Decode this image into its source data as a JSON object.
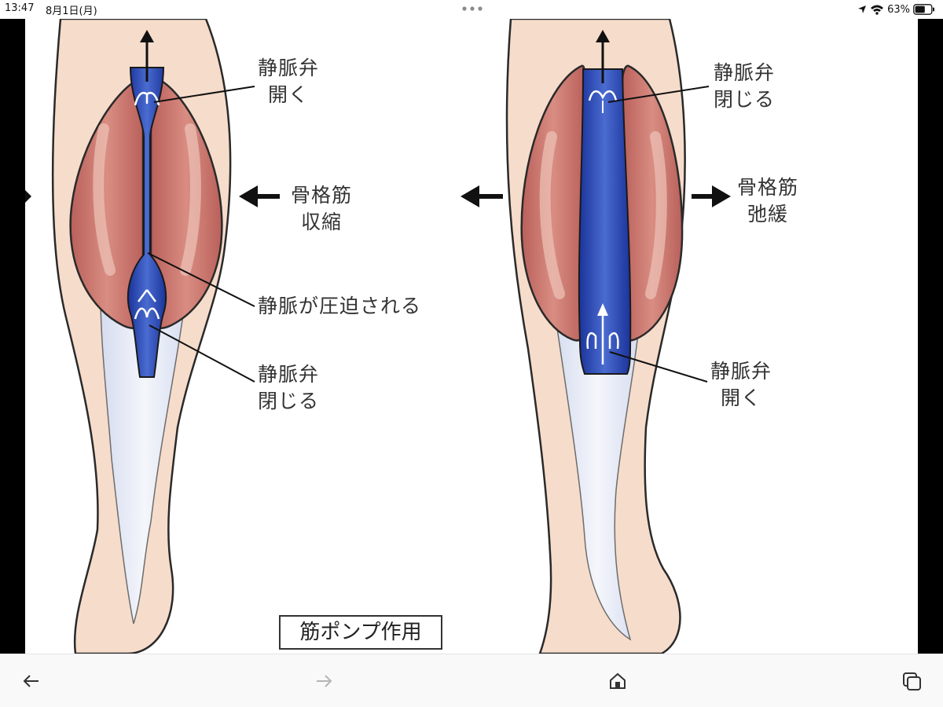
{
  "status_bar": {
    "time": "13:47",
    "date": "8月1日(月)",
    "battery_percent": "63%",
    "battery_level": 0.63,
    "icons": [
      "location-arrow-icon",
      "wifi-icon",
      "battery-icon"
    ]
  },
  "figure": {
    "labels": {
      "valve_open_top": [
        "静脈弁",
        "開く"
      ],
      "muscle_contract": [
        "骨格筋",
        "収縮"
      ],
      "vein_compressed": "静脈が圧迫される",
      "valve_close_bottom": [
        "静脈弁",
        "閉じる"
      ],
      "valve_close_top": [
        "静脈弁",
        "閉じる"
      ],
      "muscle_relax": [
        "骨格筋",
        "弛緩"
      ],
      "valve_open_bottom": [
        "静脈弁",
        "開く"
      ]
    },
    "caption": "筋ポンプ作用"
  },
  "toolbar": {
    "buttons": [
      "back-arrow-icon",
      "forward-arrow-icon",
      "home-icon",
      "tabs-icon"
    ]
  },
  "colors": {
    "skin": "#f6dccb",
    "muscle": "#c8706a",
    "vein": "#1f3fa0",
    "tendon": "#e9edf6",
    "outline": "#2a2a2a",
    "side_bars": "#000000"
  }
}
